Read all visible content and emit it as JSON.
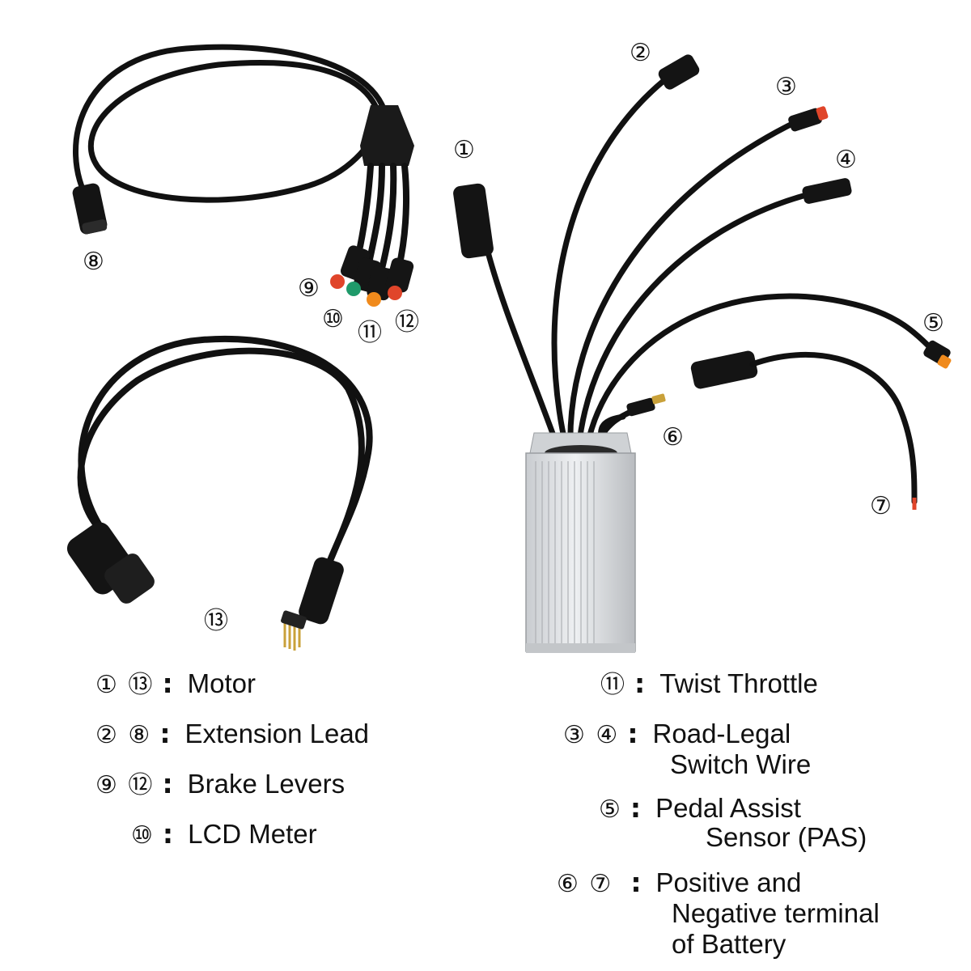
{
  "callouts": {
    "c1": "①",
    "c2": "②",
    "c3": "③",
    "c4": "④",
    "c5": "⑤",
    "c6": "⑥",
    "c7": "⑦",
    "c8": "⑧",
    "c9": "⑨",
    "c10": "⑩",
    "c11": "⑪",
    "c12": "⑫",
    "c13": "⑬"
  },
  "legend_left": [
    {
      "marks": "① ⑬",
      "label": "Motor"
    },
    {
      "marks": "② ⑧",
      "label": "Extension Lead"
    },
    {
      "marks": "⑨ ⑫",
      "label": "Brake Levers"
    },
    {
      "marks": "⑩",
      "label": "LCD Meter"
    }
  ],
  "legend_right": [
    {
      "marks": "⑪",
      "label": "Twist Throttle",
      "label2": ""
    },
    {
      "marks": "③ ④",
      "label": "Road-Legal",
      "label2": "Switch Wire"
    },
    {
      "marks": "⑤",
      "label": "Pedal Assist",
      "label2": "Sensor (PAS)"
    },
    {
      "marks": "⑥ ⑦",
      "label": "Positive and",
      "label2": "Negative terminal",
      "label3": "of Battery"
    }
  ],
  "colors": {
    "cable": "#111111",
    "controller_body": "#d9dbde",
    "connector_red": "#e0452a",
    "connector_green": "#1f9a6a",
    "connector_orange": "#f08a1c",
    "gold_pin": "#c9a13a"
  }
}
